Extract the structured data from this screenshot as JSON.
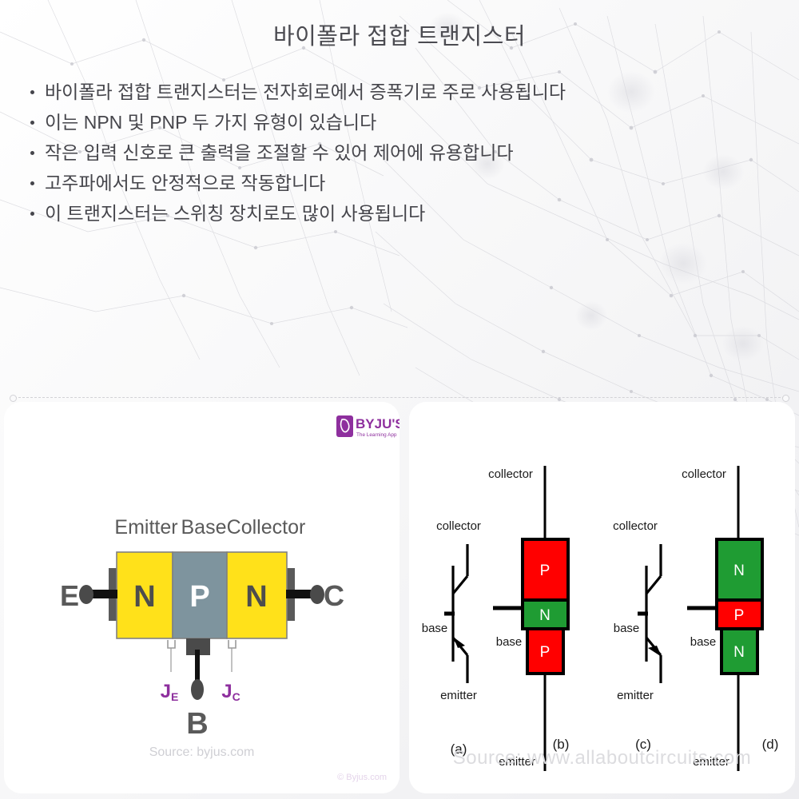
{
  "slide": {
    "title": "바이폴라 접합 트랜지스터",
    "bullets": [
      "바이폴라 접합 트랜지스터는 전자회로에서 증폭기로 주로 사용됩니다",
      "이는 NPN 및 PNP 두 가지 유형이 있습니다",
      "작은 입력 신호로 큰 출력을 조절할 수 있어 제어에 유용합니다",
      "고주파에서도 안정적으로 작동합니다",
      "이 트랜지스터는 스위칭 장치로도 많이 사용됩니다"
    ]
  },
  "left_figure": {
    "logo": {
      "brand": "BYJU'S",
      "tagline": "The Learning App",
      "mark": "B"
    },
    "region_labels": {
      "emitter": "Emitter",
      "base": "Base",
      "collector": "Collector"
    },
    "layers": [
      {
        "letter": "N",
        "color": "#FFE11A",
        "text_color": "#4d4d4d"
      },
      {
        "letter": "P",
        "color": "#7e949e",
        "text_color": "#ffffff"
      },
      {
        "letter": "N",
        "color": "#FFE11A",
        "text_color": "#4d4d4d"
      }
    ],
    "terminals": {
      "emitter": "E",
      "collector": "C",
      "base": "B"
    },
    "junctions": {
      "emitter_junction": "J",
      "emitter_sub": "E",
      "collector_junction": "J",
      "collector_sub": "C"
    },
    "junction_color": "#8e2f9e",
    "source": "Source: byjus.com",
    "copyright": "© Byjus.com"
  },
  "right_figure": {
    "source": "Source: www.allaboutcircuits.com",
    "colors": {
      "p_type": "#FF0000",
      "n_type": "#1f9c33",
      "line": "#000000"
    },
    "panels": [
      {
        "caption": "(a)",
        "kind": "symbol",
        "type": "PNP",
        "labels": {
          "collector": "collector",
          "base": "base",
          "emitter": "emitter"
        },
        "arrow_direction": "in"
      },
      {
        "caption": "(b)",
        "kind": "structure",
        "type": "PNP",
        "labels": {
          "collector": "collector",
          "base": "base",
          "emitter": "emitter"
        },
        "layers": [
          {
            "letter": "P",
            "color": "#FF0000"
          },
          {
            "letter": "N",
            "color": "#1f9c33"
          },
          {
            "letter": "P",
            "color": "#FF0000"
          }
        ]
      },
      {
        "caption": "(c)",
        "kind": "symbol",
        "type": "NPN",
        "labels": {
          "collector": "collector",
          "base": "base",
          "emitter": "emitter"
        },
        "arrow_direction": "out"
      },
      {
        "caption": "(d)",
        "kind": "structure",
        "type": "NPN",
        "labels": {
          "collector": "collector",
          "base": "base",
          "emitter": "emitter"
        },
        "layers": [
          {
            "letter": "N",
            "color": "#1f9c33"
          },
          {
            "letter": "P",
            "color": "#FF0000"
          },
          {
            "letter": "N",
            "color": "#1f9c33"
          }
        ]
      }
    ]
  }
}
